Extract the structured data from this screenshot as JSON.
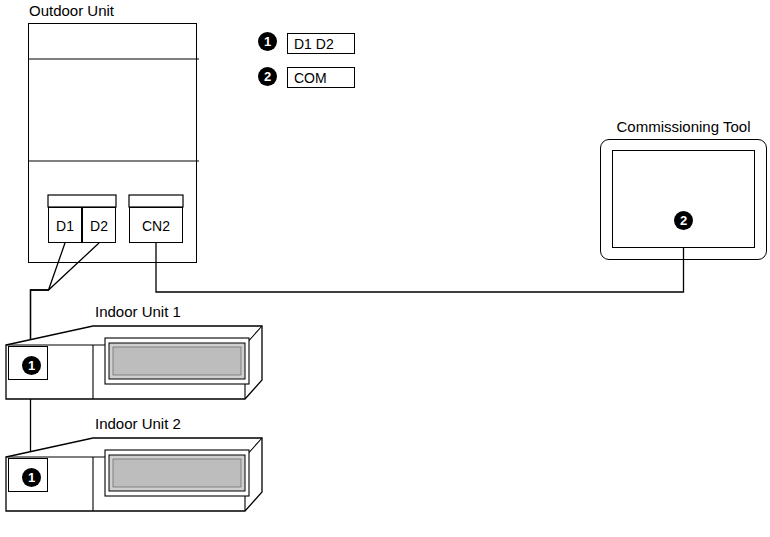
{
  "diagram": {
    "nodes": [
      {
        "text": [
          "Outdoor Unit"
        ]
      },
      {
        "text": [
          "D1"
        ],
        "in": 0
      },
      {
        "text": [
          "D2"
        ],
        "in": 0
      },
      {
        "text": [
          "CN2"
        ],
        "in": 0
      },
      {
        "text": [
          "D1 D2"
        ]
      },
      {
        "text": [
          "COM"
        ]
      },
      {
        "text": [
          "Commissioning Tool"
        ]
      },
      {
        "text": [
          "2"
        ],
        "in": 6
      },
      {
        "text": [
          "Indoor Unit 1"
        ]
      },
      {
        "text": [
          "1"
        ],
        "in": 8
      },
      {
        "text": [
          "Indoor Unit 2"
        ]
      },
      {
        "text": [
          "1"
        ],
        "in": 10
      }
    ],
    "edges": [
      {
        "from": 1,
        "to": 9,
        "arrow": "none"
      },
      {
        "from": 2,
        "to": 9,
        "arrow": "none"
      },
      {
        "from": 9,
        "to": 11,
        "arrow": "none"
      },
      {
        "from": 3,
        "to": 7,
        "arrow": "none"
      }
    ],
    "labels": [
      "1",
      "2"
    ]
  }
}
